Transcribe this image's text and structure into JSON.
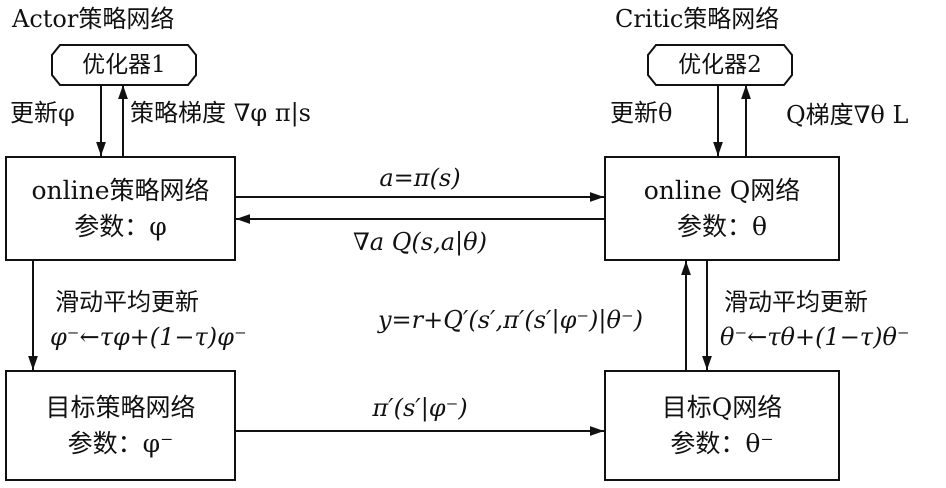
{
  "actor": {
    "title": "Actor策略网络",
    "optimizer": "优化器1",
    "update_label": "更新φ",
    "gradient_label": "策略梯度 ∇φ π|s"
  },
  "critic": {
    "title": "Critic策略网络",
    "optimizer": "优化器2",
    "update_label": "更新θ",
    "gradient_label": "Q梯度∇θ L"
  },
  "nodes": {
    "online_policy": {
      "line1": "online策略网络",
      "line2": "参数：φ"
    },
    "online_q": {
      "line1": "online Q网络",
      "line2": "参数：θ"
    },
    "target_policy": {
      "line1": "目标策略网络",
      "line2": "参数：φ⁻"
    },
    "target_q": {
      "line1": "目标Q网络",
      "line2": "参数：θ⁻"
    }
  },
  "edges": {
    "action": "a=π(s)",
    "q_gradient": "∇a Q(s,a|θ)",
    "target_action": "π′(s′|φ⁻)",
    "target_y": "y=r+Q′(s′,π′(s′|φ⁻)|θ⁻)"
  },
  "soft_update_policy": {
    "title": "滑动平均更新",
    "formula": "φ⁻←τφ+(1−τ)φ⁻"
  },
  "soft_update_q": {
    "title": "滑动平均更新",
    "formula": "θ⁻←τθ+(1−τ)θ⁻"
  }
}
